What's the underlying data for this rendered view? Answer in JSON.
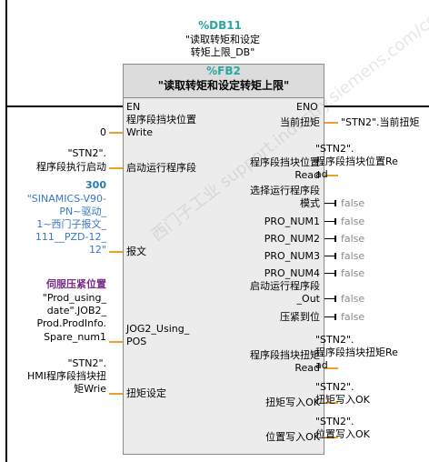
{
  "db": {
    "addr": "%DB11",
    "name_l1": "\"读取转矩和设定",
    "name_l2": "转矩上限_DB\""
  },
  "fb": {
    "addr": "%FB2",
    "name": "\"读取转矩和设定转矩上限\""
  },
  "pins": {
    "en": "EN",
    "eno": "ENO",
    "in1_l1": "程序段挡块位置",
    "in1_l2": "Write",
    "in2": "启动运行程序段",
    "in3": "报文",
    "in4_l1": "JOG2_Using_",
    "in4_l2": "POS",
    "in5": "扭矩设定",
    "out1": "当前扭矩",
    "out2_l1": "程序段挡块位置",
    "out2_l2": "Read",
    "out3_l1": "选择运行程序段",
    "out3_l2": "模式",
    "out4": "PRO_NUM1",
    "out5": "PRO_NUM2",
    "out6": "PRO_NUM3",
    "out7": "PRO_NUM4",
    "out8_l1": "启动运行程序段",
    "out8_l2": "_Out",
    "out9": "压紧到位",
    "out10_l1": "程序段挡块扭矩",
    "out10_l2": "Read",
    "out11": "扭矩写入OK",
    "out12": "位置写入OK"
  },
  "operands_in": {
    "in1": "0",
    "in2_l1": "\"STN2\".",
    "in2_l2": "程序段执行启动",
    "in3_title": "300",
    "in3_l1": "\"SINAMICS-V90-",
    "in3_l2": "PN~驱动_",
    "in3_l3": "1~西门子报文_",
    "in3_l4": "111__PZD-12_",
    "in3_l5": "12\"",
    "in4_title": "伺服压紧位置",
    "in4_l1": "\"Prod_using_",
    "in4_l2": "date\".JOB2_",
    "in4_l3": "Prod.ProdInfo.",
    "in4_l4": "Spare_num1",
    "in5_l1": "\"STN2\".",
    "in5_l2": "HMI程序段挡块扭",
    "in5_l3": "矩Wrie"
  },
  "operands_out": {
    "out1": "\"STN2\".当前扭矩",
    "out2_l1": "\"STN2\".",
    "out2_l2": "程序段挡块位置Re",
    "out2_l3": "ad",
    "f1": "false",
    "f2": "false",
    "f3": "false",
    "f4": "false",
    "f5": "false",
    "f6": "false",
    "f7": "false",
    "f8": "false",
    "out10_l1": "\"STN2\".",
    "out10_l2": "程序段挡块扭矩Re",
    "out10_l3": "ad",
    "out11_l1": "\"STN2\".",
    "out11_l2": "扭矩写入OK",
    "out12_l1": "\"STN2\".",
    "out12_l2": "位置写入OK"
  },
  "watermark": "西门子工业 support.industry.siemens.com/cs",
  "colors": {
    "wire_orange": "#f0a030",
    "header_teal": "#2aa7a0",
    "box_fill": "#ececec"
  }
}
